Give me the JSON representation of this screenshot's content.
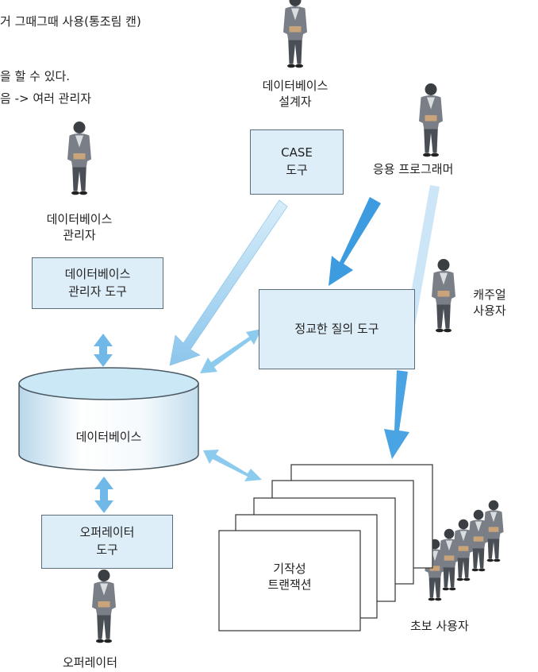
{
  "top_text": {
    "line1": "거 그때그때 사용(통조림 캔)",
    "line2": "을 할 수 있다.",
    "line3": "음 -> 여러 관리자"
  },
  "people": {
    "db_designer": [
      "데이터베이스",
      "설계자"
    ],
    "app_programmer": "응용 프로그래머",
    "dba": [
      "데이터베이스",
      "관리자"
    ],
    "casual_user": [
      "캐주얼",
      "사용자"
    ],
    "naive_users": "초보 사용자",
    "operator": "오퍼레이터"
  },
  "tools": {
    "case": [
      "CASE",
      "도구"
    ],
    "dba_tool": [
      "데이터베이스",
      "관리자 도구"
    ],
    "query_tool": "정교한 질의 도구",
    "operator_tool": [
      "오퍼레이터",
      "도구"
    ],
    "transactions": [
      "기작성",
      "트랜잭션"
    ]
  },
  "database_label": "데이터베이스",
  "colors": {
    "box_fill": "#ddeef8",
    "box_border": "#5a6c7a",
    "arrow_dark": "#3d9be0",
    "arrow_light": "#c7e4f7",
    "db_top": "#cbe8f6",
    "person_suit": "#5a5f66"
  },
  "icons": [
    "person-icon",
    "database-cylinder",
    "arrow"
  ]
}
